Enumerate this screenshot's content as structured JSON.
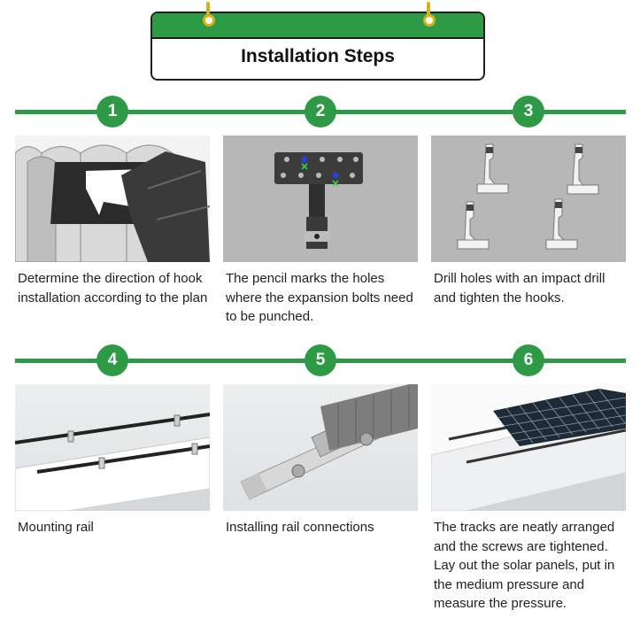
{
  "header": {
    "title": "Installation Steps"
  },
  "colors": {
    "green": "#2e9a46",
    "pin": "#d4b21a"
  },
  "steps": [
    {
      "number": "1",
      "caption": "Determine the direction of hook installation according to the plan"
    },
    {
      "number": "2",
      "caption": "The pencil marks the holes where the expansion bolts need to be punched."
    },
    {
      "number": "3",
      "caption": "Drill holes with an impact drill and tighten the hooks."
    },
    {
      "number": "4",
      "caption": "Mounting rail"
    },
    {
      "number": "5",
      "caption": "Installing rail connections"
    },
    {
      "number": "6",
      "caption": "The tracks are neatly arranged and the screws are tightened. Lay out the solar panels, put in the medium pressure and measure the pressure."
    }
  ]
}
